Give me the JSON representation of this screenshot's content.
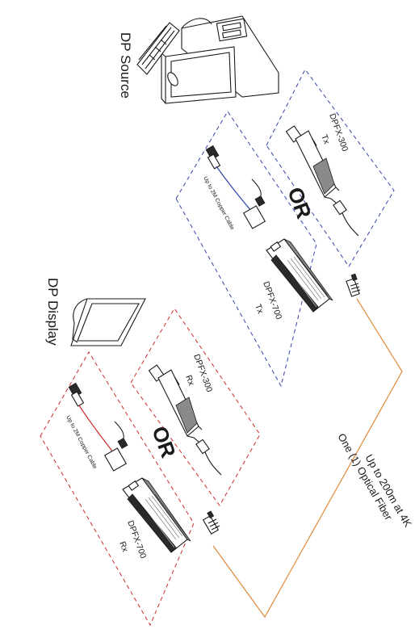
{
  "labels": {
    "source": "DP Source",
    "display": "DP Display",
    "tx_dongle": {
      "line1": "DPFX-300",
      "line2": "Tx"
    },
    "tx_box": {
      "line1": "DPFX-700",
      "line2": "Tx"
    },
    "rx_dongle": {
      "line1": "DPFX-300",
      "line2": "Rx"
    },
    "rx_box": {
      "line1": "DPFX-700",
      "line2": "Rx"
    },
    "or_top": "OR",
    "or_bottom": "OR",
    "copper_top": "Up to 2M Copper Cable",
    "copper_bottom": "Up to 2M Copper Cable",
    "fiber_line1": "Up to 200m at 4K",
    "fiber_line2": "One (1) Optical Fiber"
  },
  "colors": {
    "tx_border": "#3344aa",
    "rx_border": "#cc2a2a",
    "fiber": "#e08a3a",
    "copper_tx": "#3344aa",
    "copper_rx": "#cc2a2a",
    "ink": "#1a1a1a"
  }
}
